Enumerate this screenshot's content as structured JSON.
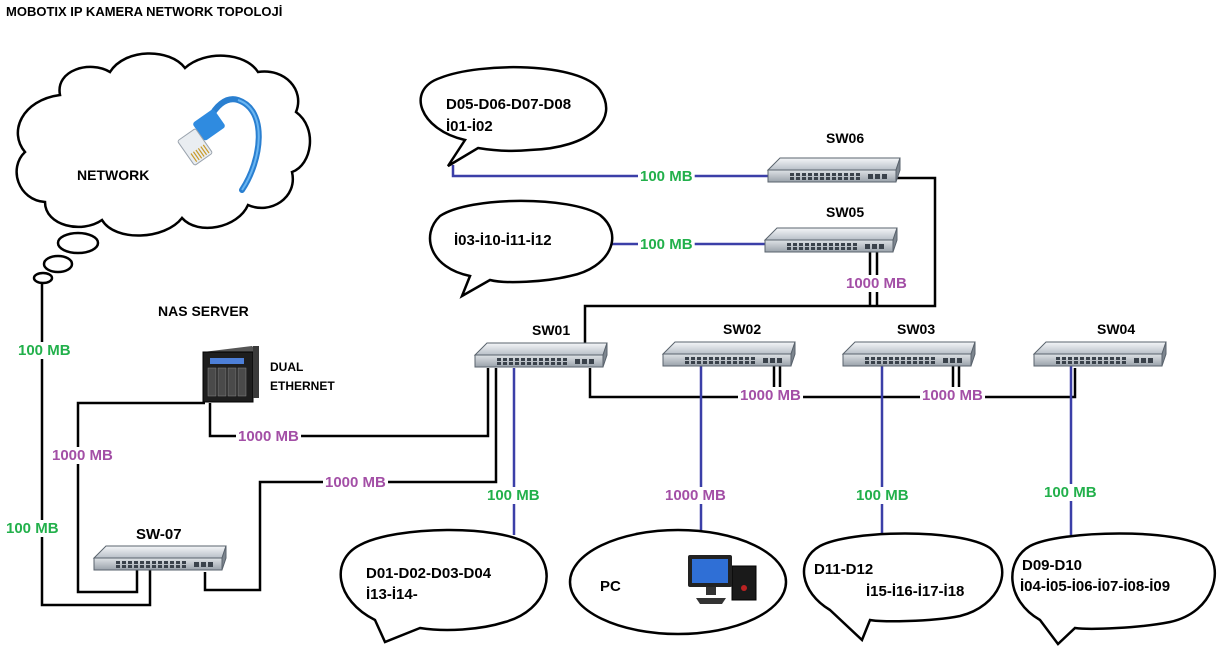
{
  "title": "MOBOTIX IP KAMERA NETWORK TOPOLOJİ",
  "colors": {
    "green": "#22b04b",
    "purple": "#a34fa6",
    "blue": "#3b3fa8",
    "black": "#000000"
  },
  "network": {
    "label": "NETWORK",
    "icon": "ethernet-cable-icon"
  },
  "nas": {
    "label": "NAS SERVER",
    "dual_line1": "DUAL",
    "dual_line2": "ETHERNET",
    "icon": "nas-server-icon"
  },
  "switches": {
    "sw01": "SW01",
    "sw02": "SW02",
    "sw03": "SW03",
    "sw04": "SW04",
    "sw05": "SW05",
    "sw06": "SW06",
    "sw07": "SW-07"
  },
  "links": {
    "l_sw06": "100 MB",
    "l_sw05": "100 MB",
    "l_sw05_up": "1000 MB",
    "l_net_left": "100 MB",
    "l_sw07_left": "100 MB",
    "l_nas_sw07": "1000 MB",
    "l_nas_sw01": "1000 MB",
    "l_sw07_sw01": "1000 MB",
    "l_sw01_down": "100 MB",
    "l_sw02_down": "1000 MB",
    "l_sw03_down": "100 MB",
    "l_sw04_down": "100 MB",
    "l_sw02_sw03": "1000 MB",
    "l_sw03_sw04": "1000 MB"
  },
  "bubbles": {
    "b_sw06_l1": "D05-D06-D07-D08",
    "b_sw06_l2": "İ01-İ02",
    "b_sw05_l1": "İ03-İ10-İ11-İ12",
    "b_sw01_l1": "D01-D02-D03-D04",
    "b_sw01_l2": "İ13-İ14-",
    "b_pc_l1": "PC",
    "b_sw03_l1": "D11-D12",
    "b_sw03_l2": "İ15-İ16-İ17-İ18",
    "b_sw04_l1": "D09-D10",
    "b_sw04_l2": "İ04-İ05-İ06-İ07-İ08-İ09"
  },
  "pc_icon": "desktop-computer-icon"
}
